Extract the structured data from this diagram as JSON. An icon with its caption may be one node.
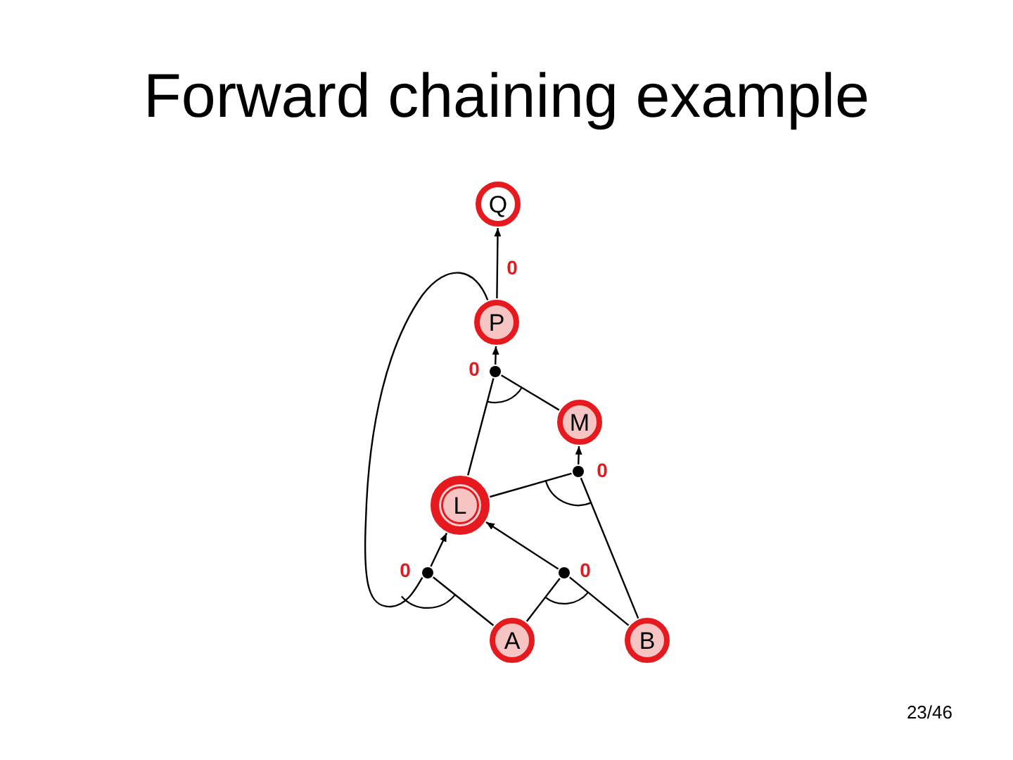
{
  "diagram": {
    "title": "Forward chaining example",
    "nodes": [
      {
        "text": [
          "Q"
        ]
      },
      {
        "text": [
          "P"
        ]
      },
      {
        "text": [],
        "shape": "dot",
        "beside": [
          "0"
        ]
      },
      {
        "text": [
          "M"
        ]
      },
      {
        "text": [],
        "shape": "dot",
        "beside": [
          "0"
        ]
      },
      {
        "text": [
          "L"
        ]
      },
      {
        "text": [],
        "shape": "dot",
        "beside": [
          "0"
        ]
      },
      {
        "text": [],
        "shape": "dot",
        "beside": [
          "0"
        ]
      },
      {
        "text": [
          "A"
        ]
      },
      {
        "text": [
          "B"
        ]
      }
    ],
    "edges": [
      {
        "from": 1,
        "to": 0,
        "arrow": "to",
        "label": "0"
      },
      {
        "from": 2,
        "to": 1,
        "arrow": "to"
      },
      {
        "from": 5,
        "to": 2,
        "arrow": "none"
      },
      {
        "from": 3,
        "to": 2,
        "arrow": "none"
      },
      {
        "from": 4,
        "to": 3,
        "arrow": "to"
      },
      {
        "from": 5,
        "to": 4,
        "arrow": "none"
      },
      {
        "from": 9,
        "to": 4,
        "arrow": "none"
      },
      {
        "from": 6,
        "to": 5,
        "arrow": "to"
      },
      {
        "from": 8,
        "to": 6,
        "arrow": "none"
      },
      {
        "from": 1,
        "to": 6,
        "arrow": "none"
      },
      {
        "from": 7,
        "to": 5,
        "arrow": "to"
      },
      {
        "from": 8,
        "to": 7,
        "arrow": "none"
      },
      {
        "from": 9,
        "to": 7,
        "arrow": "none"
      }
    ],
    "labels": [
      "23/46"
    ]
  }
}
